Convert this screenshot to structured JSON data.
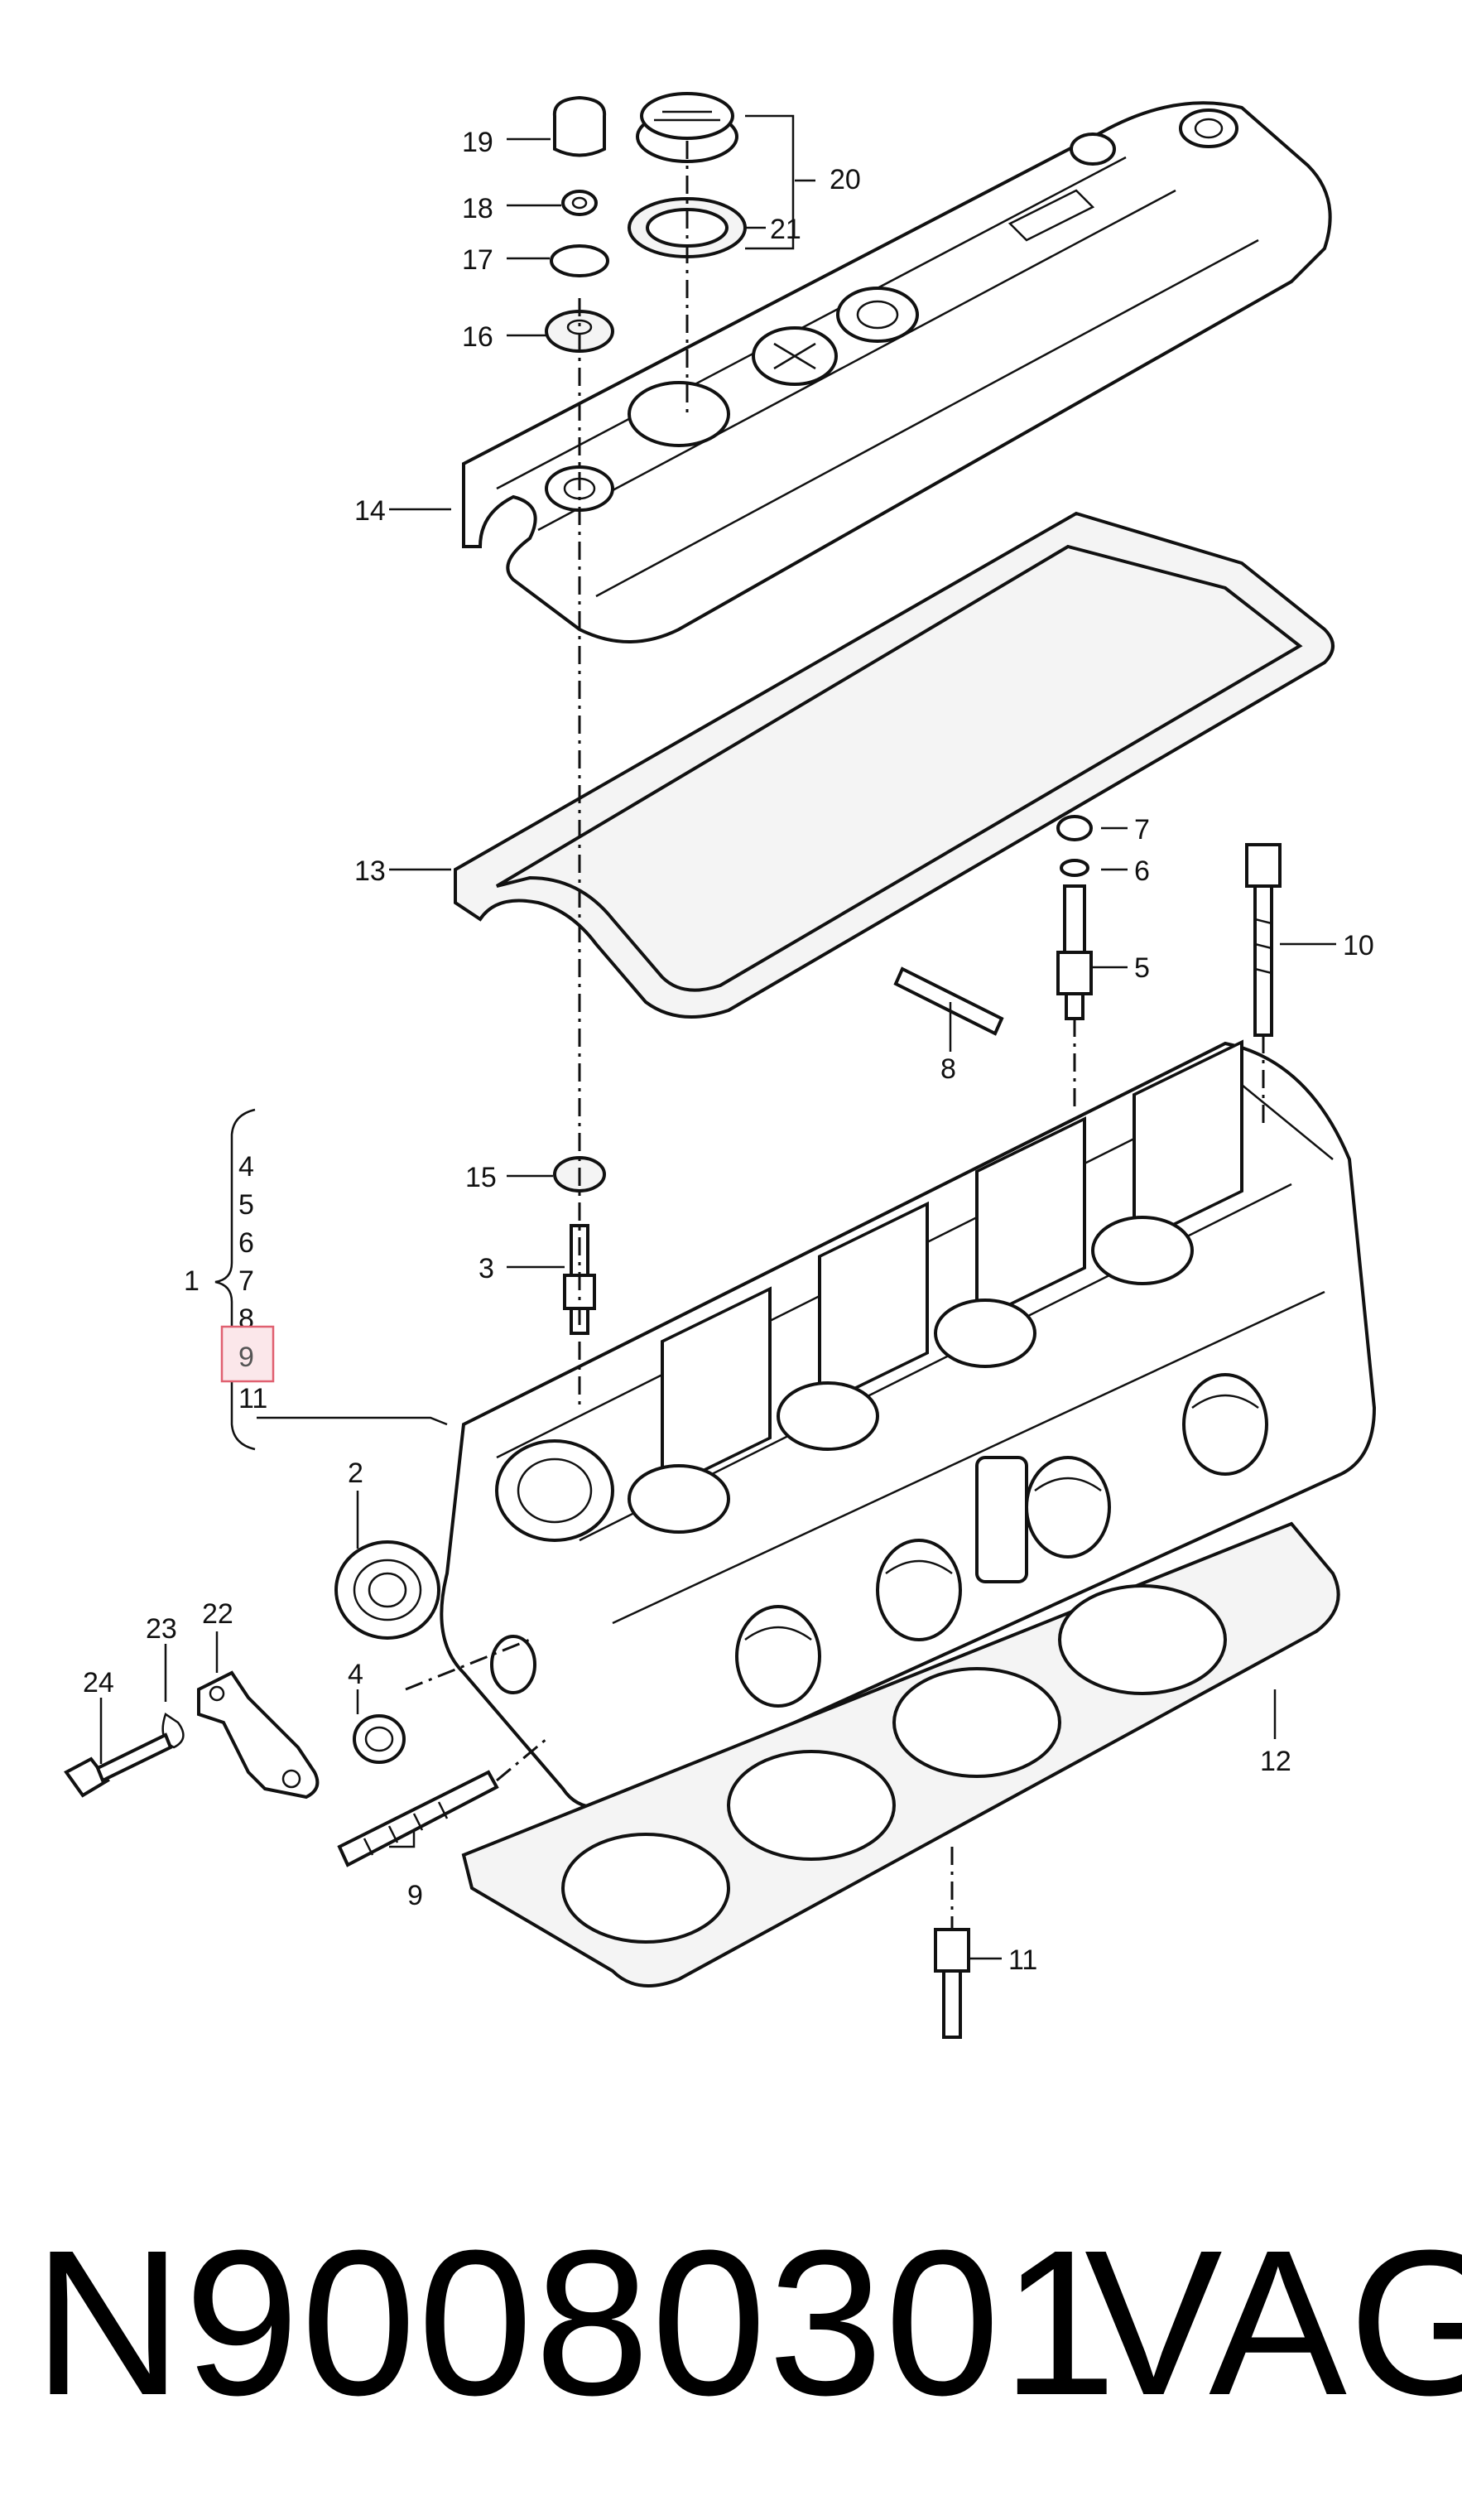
{
  "diagram": {
    "callouts": {
      "c1": "1",
      "c2": "2",
      "c3": "3",
      "c4": "4",
      "c4b": "4",
      "c5": "5",
      "c5b": "5",
      "c6": "6",
      "c6b": "6",
      "c7": "7",
      "c7b": "7",
      "c8": "8",
      "c8b": "8",
      "c9": "9",
      "c9b": "9",
      "c10": "10",
      "c11": "11",
      "c11b": "11",
      "c12": "12",
      "c13": "13",
      "c14": "14",
      "c15": "15",
      "c16": "16",
      "c17": "17",
      "c18": "18",
      "c19": "19",
      "c20": "20",
      "c21": "21",
      "c22": "22",
      "c23": "23",
      "c24": "24"
    },
    "highlight_color": "#e06070"
  },
  "footer": {
    "part_number": "N90080301",
    "brand": "VAG"
  }
}
